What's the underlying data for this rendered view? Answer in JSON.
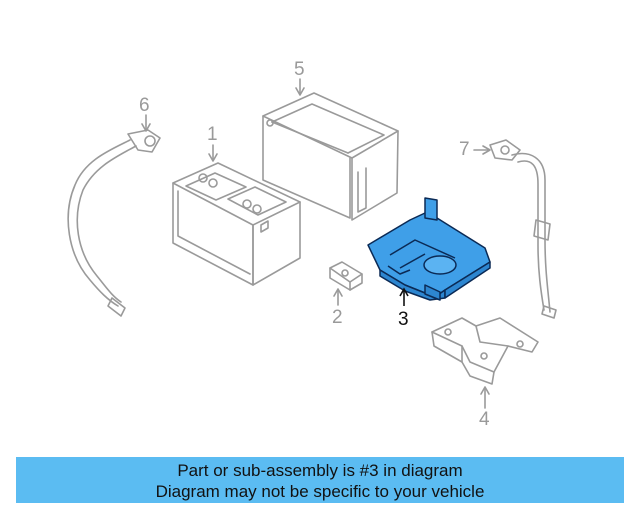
{
  "diagram": {
    "callouts": [
      {
        "id": "1",
        "label": "1",
        "highlight": false
      },
      {
        "id": "2",
        "label": "2",
        "highlight": false
      },
      {
        "id": "3",
        "label": "3",
        "highlight": true
      },
      {
        "id": "4",
        "label": "4",
        "highlight": false
      },
      {
        "id": "5",
        "label": "5",
        "highlight": false
      },
      {
        "id": "6",
        "label": "6",
        "highlight": false
      },
      {
        "id": "7",
        "label": "7",
        "highlight": false
      }
    ],
    "colors": {
      "line": "#9a9a9a",
      "highlight_fill": "#3f9fe8",
      "highlight_stroke": "#0b2a55",
      "active_text": "#111111"
    }
  },
  "banner": {
    "line1": "Part or sub-assembly is #3 in diagram",
    "line2": "Diagram may not be specific to your vehicle"
  }
}
